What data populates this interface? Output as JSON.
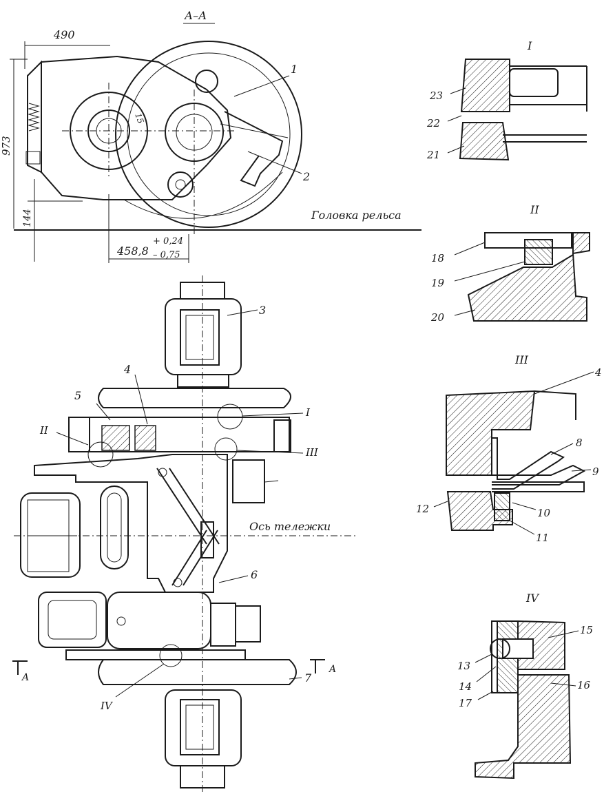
{
  "section_title": "А–А",
  "rail_label": "Головка рельса",
  "axis_label": "Ось тележки",
  "dimensions": {
    "width_top": "490",
    "height_total": "973",
    "height_low": "144",
    "center_distance": "458,8",
    "tol_plus": "+ 0,24",
    "tol_minus": "– 0,75",
    "angle_mark": "15"
  },
  "part_numbers": {
    "p1": "1",
    "p2": "2",
    "p3": "3",
    "p4": "4",
    "p5": "5",
    "p6": "6",
    "p7": "7",
    "p8": "8",
    "p9": "9",
    "p10": "10",
    "p11": "11",
    "p12": "12",
    "p13": "13",
    "p14": "14",
    "p15": "15",
    "p16": "16",
    "p17": "17",
    "p18": "18",
    "p19": "19",
    "p20": "20",
    "p21": "21",
    "p22": "22",
    "p23": "23"
  },
  "detail_views": {
    "I": "I",
    "II": "II",
    "III": "III",
    "IV": "IV"
  },
  "detail_titles": {
    "I": "I",
    "II": "II",
    "III": "III",
    "IV": "IV"
  },
  "section_marks": {
    "left": "A",
    "right": "A"
  }
}
